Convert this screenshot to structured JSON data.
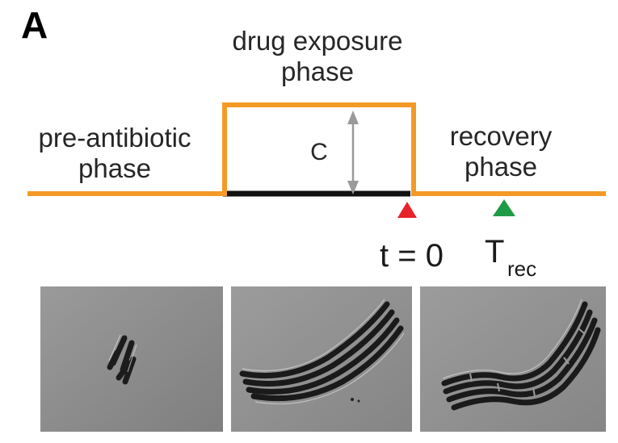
{
  "panel_label": "A",
  "phases": {
    "pre": [
      "pre-antibiotic",
      "phase"
    ],
    "drug": [
      "drug exposure",
      "phase"
    ],
    "recovery": [
      "recovery",
      "phase"
    ]
  },
  "concentration_label": "C",
  "markers": {
    "t0": "t = 0",
    "trec_main": "T",
    "trec_sub": "rec"
  },
  "colors": {
    "drug_profile": "#f39a26",
    "baseline_black": "#111111",
    "arrow_gray": "#9a9a9a",
    "t0_marker": "#e8232b",
    "trec_marker": "#1f9a45"
  },
  "micrographs": [
    {
      "name": "pre-antibiotic-cells"
    },
    {
      "name": "post-drug-filaments"
    },
    {
      "name": "recovery-divided-filaments"
    }
  ]
}
